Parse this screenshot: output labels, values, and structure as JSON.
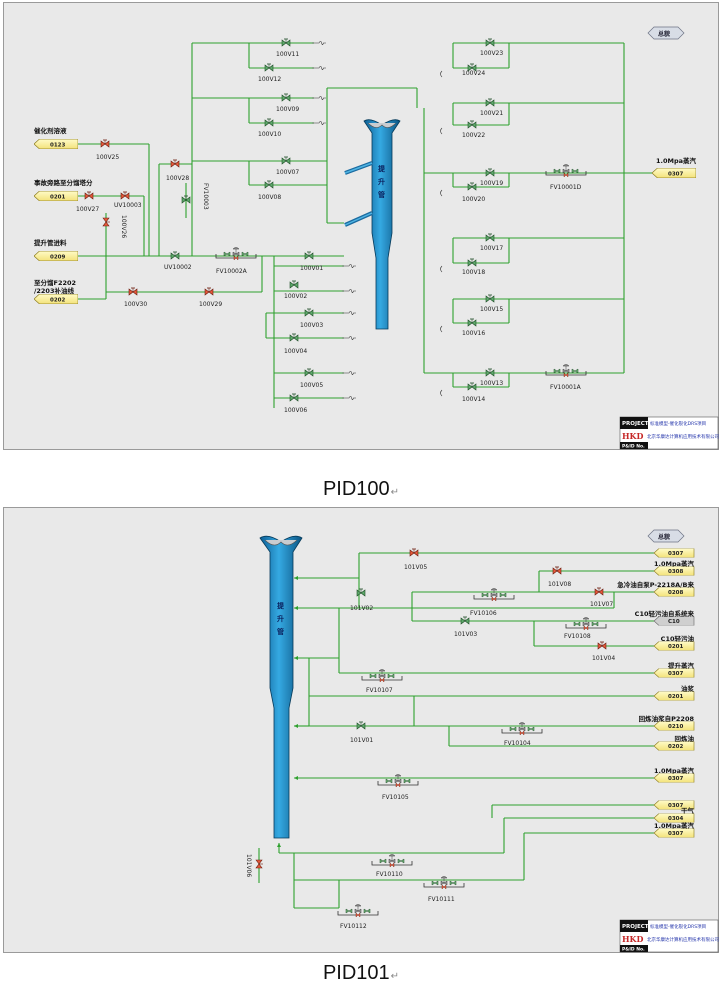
{
  "captions": {
    "pid100": "PID100",
    "pid101": "PID101",
    "return_mark": "↵"
  },
  "title_block": {
    "project_label": "PROJECT",
    "project_name": "标准模型-催化裂化DRS项目",
    "logo": "HKD",
    "company": "北京华康达计算机应用技术有限公司",
    "pid_no_label": "P&ID No."
  },
  "overview_button": "总貌",
  "pid100": {
    "riser_label": "提升管",
    "streams": [
      {
        "title": "催化剂溶液",
        "tag": "0123"
      },
      {
        "title": "事故旁路至分馏塔分",
        "tag": "0201"
      },
      {
        "title": "提升管进料",
        "tag": "0209"
      },
      {
        "title": "至分馏F2202\n/2203补油线",
        "tag": "0202"
      },
      {
        "title": "1.0Mpa蒸汽",
        "tag": "0307"
      }
    ],
    "valves": {
      "v25": "100V25",
      "v27": "100V27",
      "uv10003": "UV10003",
      "v26": "100V26",
      "v28": "100V28",
      "fv10003": "FV10003",
      "uv10002": "UV10002",
      "fv10002a": "FV10002A",
      "v30": "100V30",
      "v29": "100V29",
      "v11": "100V11",
      "v12": "100V12",
      "v09": "100V09",
      "v10": "100V10",
      "v07": "100V07",
      "v08": "100V08",
      "v01": "100V01",
      "v02": "100V02",
      "v03": "100V03",
      "v04": "100V04",
      "v05": "100V05",
      "v06": "100V06",
      "v23": "100V23",
      "v24": "100V24",
      "v21": "100V21",
      "v22": "100V22",
      "v19": "100V19",
      "v20": "100V20",
      "fv10001d": "FV10001D",
      "v17": "100V17",
      "v18": "100V18",
      "v15": "100V15",
      "v16": "100V16",
      "v13": "100V13",
      "v14": "100V14",
      "fv10001a": "FV10001A"
    }
  },
  "pid101": {
    "riser_label": "提升管",
    "streams": [
      {
        "title": "",
        "tag": "0307"
      },
      {
        "title": "1.0Mpa蒸汽",
        "tag": "0308"
      },
      {
        "title": "急冷油自泵P-2218A/B来",
        "tag": "0208"
      },
      {
        "title": "C10轻污油自系统来",
        "tag": "C10"
      },
      {
        "title": "C10轻污油",
        "tag": "0201"
      },
      {
        "title": "提升蒸汽",
        "tag": "0307"
      },
      {
        "title": "油浆",
        "tag": "0201"
      },
      {
        "title": "回炼油浆自P2208",
        "tag": "0210"
      },
      {
        "title": "回炼油",
        "tag": "0202"
      },
      {
        "title": "1.0Mpa蒸汽",
        "tag": "0307"
      },
      {
        "title": "",
        "tag": "0307"
      },
      {
        "title": "干气",
        "tag": "0304"
      },
      {
        "title": "1.0Mpa蒸汽",
        "tag": "0307"
      }
    ],
    "valves": {
      "v05": "101V05",
      "v08": "101V08",
      "v07": "101V07",
      "v02": "101V02",
      "fv10106": "FV10106",
      "v03": "101V03",
      "fv10108": "FV10108",
      "v04": "101V04",
      "fv10107": "FV10107",
      "v01": "101V01",
      "fv10104": "FV10104",
      "fv10105": "FV10105",
      "fv10110": "FV10110",
      "fv10111": "FV10111",
      "fv10112": "FV10112",
      "v06": "101V06"
    }
  }
}
